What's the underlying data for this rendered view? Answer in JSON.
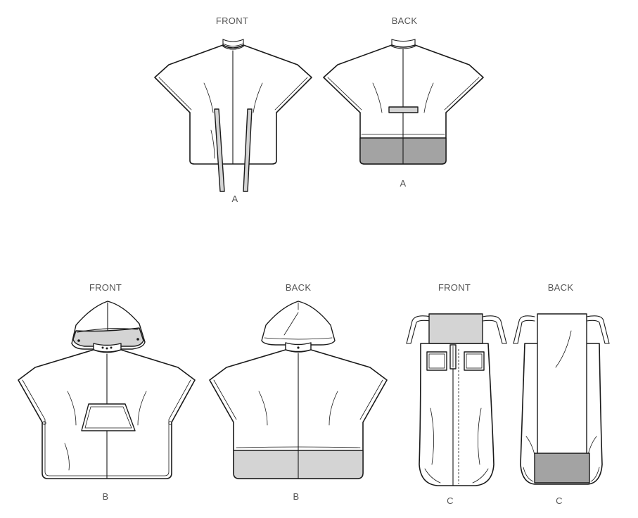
{
  "labels": {
    "a_front_title": "FRONT",
    "a_back_title": "BACK",
    "a_front_view": "A",
    "a_back_view": "A",
    "b_front_title": "FRONT",
    "b_back_title": "BACK",
    "b_front_view": "B",
    "b_back_view": "B",
    "c_front_title": "FRONT",
    "c_back_title": "BACK",
    "c_front_view": "C",
    "c_back_view": "C"
  },
  "colors": {
    "line": "#1a1a1a",
    "fill": "#ffffff",
    "contrast_light": "#d4d4d4",
    "contrast_dark": "#a3a3a3",
    "label": "#555555"
  }
}
